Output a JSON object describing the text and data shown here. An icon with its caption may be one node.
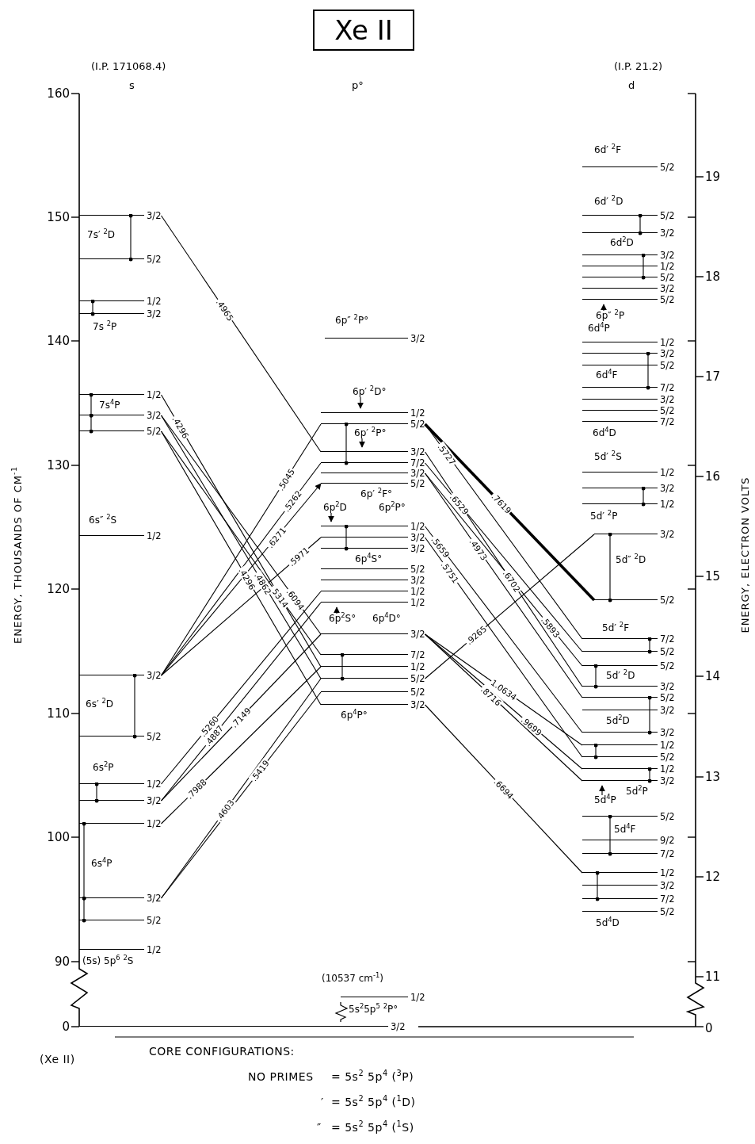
{
  "diagram": {
    "title": "Xe II",
    "nodes": [
      {
        "text": [
          "3/2"
        ]
      },
      {
        "text": [
          "5/2"
        ]
      },
      {
        "text": [
          "1/2"
        ]
      },
      {
        "text": [
          "3/2"
        ]
      },
      {
        "text": [
          "1/2"
        ]
      },
      {
        "text": [
          "3/2"
        ]
      },
      {
        "text": [
          "5/2"
        ]
      },
      {
        "text": [
          "1/2"
        ]
      },
      {
        "text": [
          "3/2"
        ]
      },
      {
        "text": [
          "5/2"
        ]
      },
      {
        "text": [
          "1/2"
        ]
      },
      {
        "text": [
          "3/2"
        ]
      },
      {
        "text": [
          "1/2"
        ]
      },
      {
        "text": [
          "3/2"
        ]
      },
      {
        "text": [
          "5/2"
        ]
      },
      {
        "text": [
          "1/2"
        ]
      },
      {
        "text": [
          "3/2"
        ]
      },
      {
        "text": [
          "1/2"
        ]
      },
      {
        "text": [
          "5/2"
        ]
      },
      {
        "text": [
          "3/2"
        ]
      },
      {
        "text": [
          "7/2"
        ]
      },
      {
        "text": [
          "3/2"
        ]
      },
      {
        "text": [
          "5/2"
        ]
      },
      {
        "text": [
          "1/2"
        ]
      },
      {
        "text": [
          "3/2"
        ]
      },
      {
        "text": [
          "3/2"
        ]
      },
      {
        "text": [
          "5/2"
        ]
      },
      {
        "text": [
          "3/2"
        ]
      },
      {
        "text": [
          "1/2"
        ]
      },
      {
        "text": [
          "1/2"
        ]
      },
      {
        "text": [
          "3/2"
        ]
      },
      {
        "text": [
          "7/2"
        ]
      },
      {
        "text": [
          "1/2"
        ]
      },
      {
        "text": [
          "5/2"
        ]
      },
      {
        "text": [
          "5/2"
        ]
      },
      {
        "text": [
          "3/2"
        ]
      },
      {
        "text": [
          "1/2"
        ]
      },
      {
        "text": [
          "3/2"
        ]
      },
      {
        "text": [
          "5/2"
        ]
      },
      {
        "text": [
          "5/2"
        ]
      },
      {
        "text": [
          "3/2"
        ]
      },
      {
        "text": [
          "3/2"
        ]
      },
      {
        "text": [
          "1/2"
        ]
      },
      {
        "text": [
          "5/2"
        ]
      },
      {
        "text": [
          "3/2"
        ]
      },
      {
        "text": [
          "5/2"
        ]
      },
      {
        "text": [
          "1/2"
        ]
      },
      {
        "text": [
          "3/2"
        ]
      },
      {
        "text": [
          "5/2"
        ]
      },
      {
        "text": [
          "7/2"
        ]
      },
      {
        "text": [
          "3/2"
        ]
      },
      {
        "text": [
          "5/2"
        ]
      },
      {
        "text": [
          "7/2"
        ]
      },
      {
        "text": [
          "1/2"
        ]
      },
      {
        "text": [
          "3/2"
        ]
      },
      {
        "text": [
          "1/2"
        ]
      },
      {
        "text": [
          "3/2"
        ]
      },
      {
        "text": [
          "5/2"
        ]
      },
      {
        "text": [
          "7/2"
        ]
      },
      {
        "text": [
          "5/2"
        ]
      },
      {
        "text": [
          "5/2"
        ]
      },
      {
        "text": [
          "3/2"
        ]
      },
      {
        "text": [
          "5/2"
        ]
      },
      {
        "text": [
          "3/2"
        ]
      },
      {
        "text": [
          "3/2"
        ]
      },
      {
        "text": [
          "1/2"
        ]
      },
      {
        "text": [
          "5/2"
        ]
      },
      {
        "text": [
          "1/2"
        ]
      },
      {
        "text": [
          "3/2"
        ]
      },
      {
        "text": [
          "5/2"
        ]
      },
      {
        "text": [
          "9/2"
        ]
      },
      {
        "text": [
          "7/2"
        ]
      },
      {
        "text": [
          "1/2"
        ]
      },
      {
        "text": [
          "3/2"
        ]
      },
      {
        "text": [
          "7/2"
        ]
      },
      {
        "text": [
          "5/2"
        ]
      },
      {
        "text": [
          "6p′ $^{2}$D°"
        ]
      },
      {
        "text": [
          "6p′ $^{2}$P°"
        ]
      },
      {
        "text": [
          "6p$^{2}$D"
        ]
      },
      {
        "text": [
          "6p$^{2}$S°"
        ]
      },
      {
        "text": [
          "6p″ $^{2}$P"
        ]
      },
      {
        "text": [
          "5d$^{4}$P"
        ]
      }
    ],
    "edges": [
      {
        "from": 0,
        "to": 19,
        "arrow": "none",
        "label": ".4965"
      },
      {
        "from": 4,
        "to": 32,
        "arrow": "none",
        "label": ".4296"
      },
      {
        "from": 5,
        "to": 30,
        "arrow": "none",
        "label": ".6094"
      },
      {
        "from": 6,
        "to": 31,
        "arrow": "none",
        "label": ".5314"
      },
      {
        "from": 5,
        "to": 33,
        "arrow": "none",
        "label": ".4862"
      },
      {
        "from": 6,
        "to": 35,
        "arrow": "none",
        "label": ".4296"
      },
      {
        "from": 8,
        "to": 18,
        "arrow": "none",
        "label": ".5045"
      },
      {
        "from": 8,
        "to": 20,
        "arrow": "none",
        "label": ".5262"
      },
      {
        "from": 8,
        "to": 22,
        "arrow": "to",
        "label": ".6271"
      },
      {
        "from": 8,
        "to": 24,
        "arrow": "none",
        "label": ".5971"
      },
      {
        "from": 10,
        "to": 28,
        "arrow": "none",
        "label": ".5260"
      },
      {
        "from": 11,
        "to": 29,
        "arrow": "none",
        "label": ".4887"
      },
      {
        "from": 11,
        "to": 30,
        "arrow": "none",
        "label": ".7149"
      },
      {
        "from": 12,
        "to": 32,
        "arrow": "none",
        "label": ".7988"
      },
      {
        "from": 13,
        "to": 33,
        "arrow": "none",
        "label": ".4603"
      },
      {
        "from": 13,
        "to": 34,
        "arrow": "none",
        "label": ".5419"
      },
      {
        "from": 18,
        "to": 58,
        "arrow": "none",
        "label": ".5727"
      },
      {
        "from": 18,
        "to": 57,
        "arrow": "none",
        "label": ".7619",
        "style": "thick"
      },
      {
        "from": 20,
        "to": 59,
        "arrow": "none",
        "label": ".6529"
      },
      {
        "from": 19,
        "to": 61,
        "arrow": "none",
        "label": ".6702"
      },
      {
        "from": 21,
        "to": 62,
        "arrow": "none",
        "label": ".4973"
      },
      {
        "from": 21,
        "to": 60,
        "arrow": "none",
        "label": ".5893"
      },
      {
        "from": 23,
        "to": 64,
        "arrow": "none",
        "label": ".5659"
      },
      {
        "from": 24,
        "to": 66,
        "arrow": "none",
        "label": ".5751"
      },
      {
        "from": 33,
        "to": 56,
        "arrow": "none",
        "label": ".9265"
      },
      {
        "from": 30,
        "to": 65,
        "arrow": "none",
        "label": "1.0634"
      },
      {
        "from": 30,
        "to": 68,
        "arrow": "none",
        "label": ".8716"
      },
      {
        "from": 30,
        "to": 67,
        "arrow": "none",
        "label": ".9699"
      },
      {
        "from": 35,
        "to": 72,
        "arrow": "none",
        "label": ".6694"
      },
      {
        "from": 76,
        "to": 17,
        "arrow": "to"
      },
      {
        "from": 77,
        "to": 19,
        "arrow": "to"
      },
      {
        "from": 78,
        "to": 23,
        "arrow": "to"
      },
      {
        "from": 79,
        "to": 29,
        "arrow": "to"
      },
      {
        "from": 80,
        "to": 45,
        "arrow": "to"
      },
      {
        "from": 81,
        "to": 68,
        "arrow": "to"
      },
      {
        "from": 0,
        "to": 1,
        "arrow": "other"
      },
      {
        "from": 2,
        "to": 3,
        "arrow": "other"
      },
      {
        "from": 4,
        "to": 5,
        "arrow": "other"
      },
      {
        "from": 5,
        "to": 6,
        "arrow": "other"
      },
      {
        "from": 8,
        "to": 9,
        "arrow": "other"
      },
      {
        "from": 10,
        "to": 11,
        "arrow": "other"
      },
      {
        "from": 12,
        "to": 13,
        "arrow": "other"
      },
      {
        "from": 13,
        "to": 14,
        "arrow": "other"
      },
      {
        "from": 18,
        "to": 20,
        "arrow": "other"
      },
      {
        "from": 23,
        "to": 25,
        "arrow": "other"
      },
      {
        "from": 31,
        "to": 33,
        "arrow": "other"
      },
      {
        "from": 39,
        "to": 40,
        "arrow": "other"
      },
      {
        "from": 41,
        "to": 43,
        "arrow": "other"
      },
      {
        "from": 47,
        "to": 49,
        "arrow": "other"
      },
      {
        "from": 54,
        "to": 55,
        "arrow": "other"
      },
      {
        "from": 56,
        "to": 57,
        "arrow": "other"
      },
      {
        "from": 58,
        "to": 59,
        "arrow": "other"
      },
      {
        "from": 60,
        "to": 61,
        "arrow": "other"
      },
      {
        "from": 62,
        "to": 64,
        "arrow": "other"
      },
      {
        "from": 65,
        "to": 66,
        "arrow": "other"
      },
      {
        "from": 67,
        "to": 68,
        "arrow": "other"
      },
      {
        "from": 69,
        "to": 71,
        "arrow": "other"
      },
      {
        "from": 72,
        "to": 74,
        "arrow": "other"
      }
    ],
    "labels": [
      "(I.P. 171068.4)",
      "s",
      "p°",
      "(I.P. 21.2)",
      "d",
      "ENERGY, THOUSANDS OF CM$^{-1}$",
      "ENERGY, ELECTRON VOLTS",
      "160",
      "150",
      "140",
      "130",
      "120",
      "110",
      "100",
      "90",
      "0",
      "19",
      "18",
      "17",
      "16",
      "15",
      "14",
      "13",
      "12",
      "11",
      "0",
      "7s′ $^{2}$D",
      "7s $^{2}$P",
      "7s$^{4}$P",
      "6s″ $^{2}$S",
      "6s′ $^{2}$D",
      "6s$^{2}$P",
      "6s$^{4}$P",
      "(5s) 5p$^{6}$ $^{2}$S",
      "6p″ $^{2}$P°",
      "6p$^{2}$P°",
      "6p′ $^{2}$F°",
      "6p$^{4}$S°",
      "6p$^{4}$D°",
      "6p$^{4}$P°",
      "(10537 cm$^{-1}$)",
      "5s$^{2}$5p$^{5}$ $^{2}$P°",
      "6d′ $^{2}$F",
      "6d′ $^{2}$D",
      "6d$^{2}$D",
      "6d$^{4}$P",
      "6d$^{4}$F",
      "6d$^{4}$D",
      "5d′ $^{2}$S",
      "5d′ $^{2}$P",
      "5d″ $^{2}$D",
      "5d′ $^{2}$F",
      "5d′ $^{2}$D",
      "5d$^{2}$D",
      "5d$^{2}$P",
      "5d$^{4}$F",
      "5d$^{4}$D",
      "(Xe II)",
      "CORE CONFIGURATIONS:",
      "NO PRIMES",
      "= 5s$^{2}$ 5p$^{4}$ ($^{3}$P)",
      "′",
      "= 5s$^{2}$ 5p$^{4}$ ($^{1}$D)",
      "″",
      "= 5s$^{2}$ 5p$^{4}$ ($^{1}$S)"
    ]
  }
}
